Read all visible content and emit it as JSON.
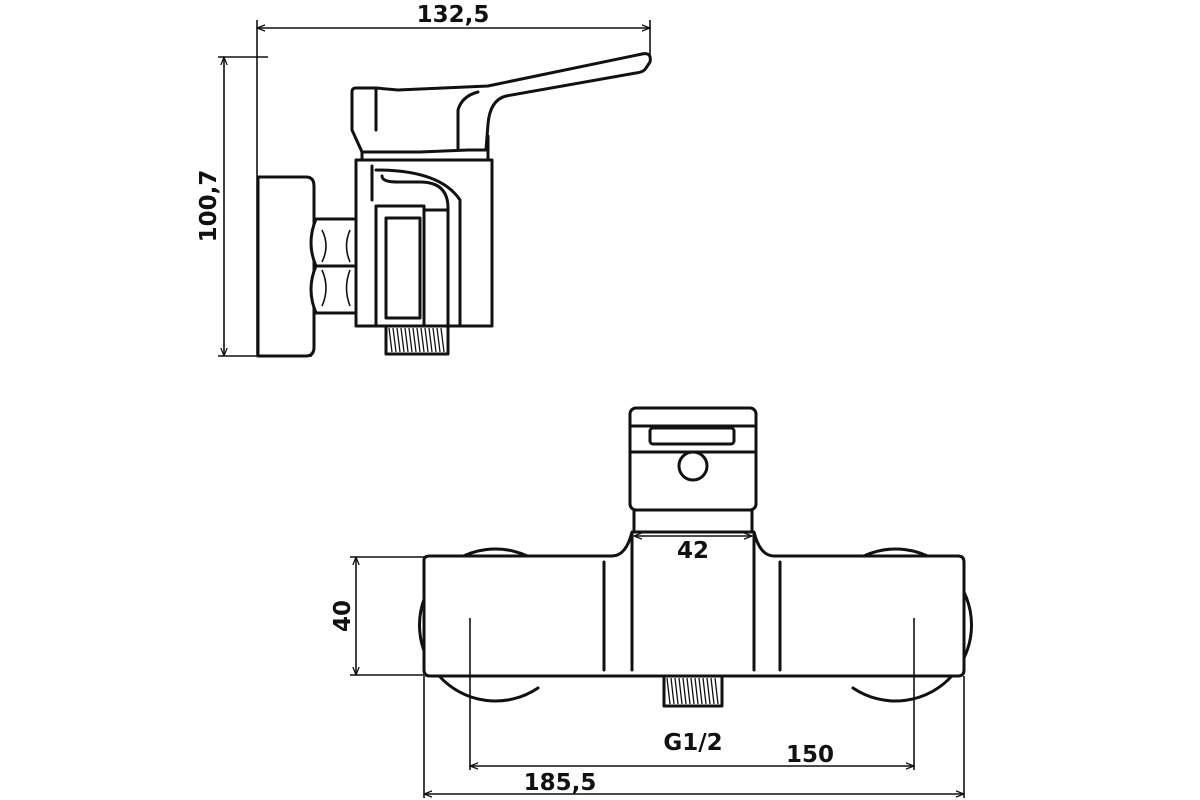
{
  "dimensions": {
    "side_width": "132,5",
    "side_height": "100,7",
    "body_height": "40",
    "lever_base_width": "42",
    "outlet_thread": "G1/2",
    "center_distance": "150",
    "overall_width": "185,5"
  },
  "colors": {
    "line": "#111111",
    "background": "#ffffff"
  }
}
